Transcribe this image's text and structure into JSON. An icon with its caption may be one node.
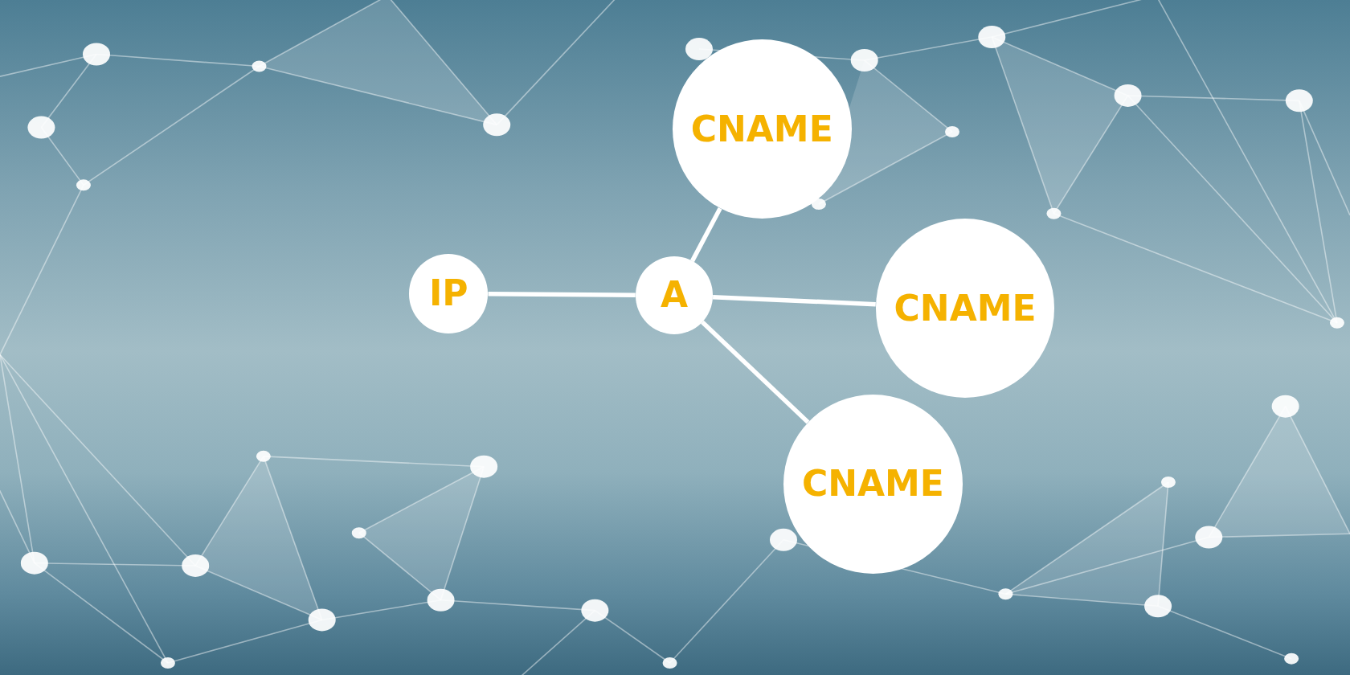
{
  "diagram": {
    "nodes": [
      {
        "text": [
          "IP"
        ]
      },
      {
        "text": [
          "A"
        ]
      },
      {
        "text": [
          "CNAME"
        ]
      },
      {
        "text": [
          "CNAME"
        ]
      },
      {
        "text": [
          "CNAME"
        ]
      }
    ],
    "edges": [
      {
        "from": 0,
        "to": 1,
        "arrow": "none"
      },
      {
        "from": 1,
        "to": 2,
        "arrow": "none"
      },
      {
        "from": 1,
        "to": 3,
        "arrow": "none"
      },
      {
        "from": 1,
        "to": 4,
        "arrow": "none"
      }
    ]
  }
}
